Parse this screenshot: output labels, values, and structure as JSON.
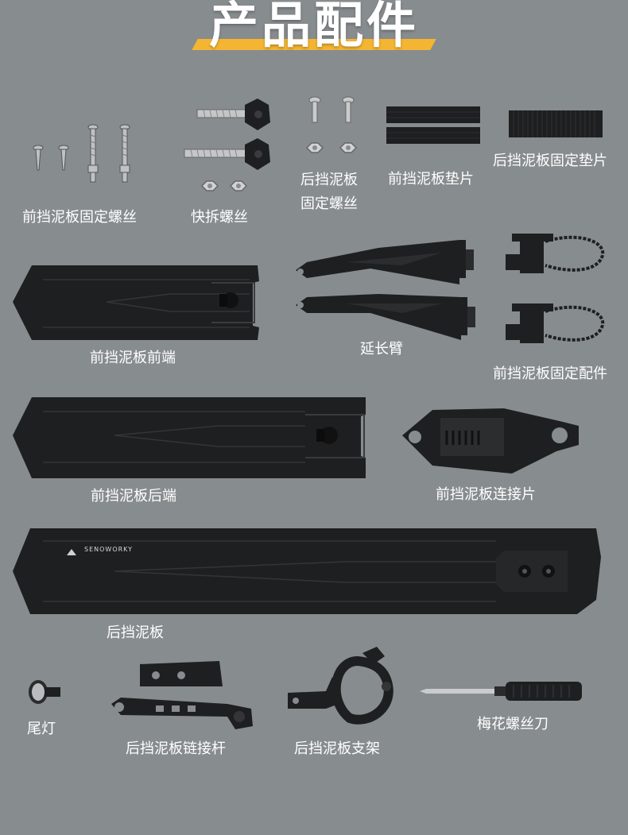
{
  "title": "产品配件",
  "colors": {
    "background": "#878c8e",
    "accent": "#f4b532",
    "part": "#1e1f20"
  },
  "brand": "SENOWORKY",
  "labels": {
    "front_screws": "前挡泥板固定螺丝",
    "quick_release": "快拆螺丝",
    "rear_screws_line1": "后挡泥板",
    "rear_screws_line2": "固定螺丝",
    "front_pad": "前挡泥板垫片",
    "rear_pad": "后挡泥板固定垫片",
    "front_fender_front": "前挡泥板前端",
    "extension_arm": "延长臂",
    "front_fixing_parts": "前挡泥板固定配件",
    "front_fender_rear": "前挡泥板后端",
    "front_connector": "前挡泥板连接片",
    "rear_fender": "后挡泥板",
    "tail_light": "尾灯",
    "rear_link_rod": "后挡泥板链接杆",
    "rear_bracket": "后挡泥板支架",
    "screwdriver": "梅花螺丝刀"
  }
}
